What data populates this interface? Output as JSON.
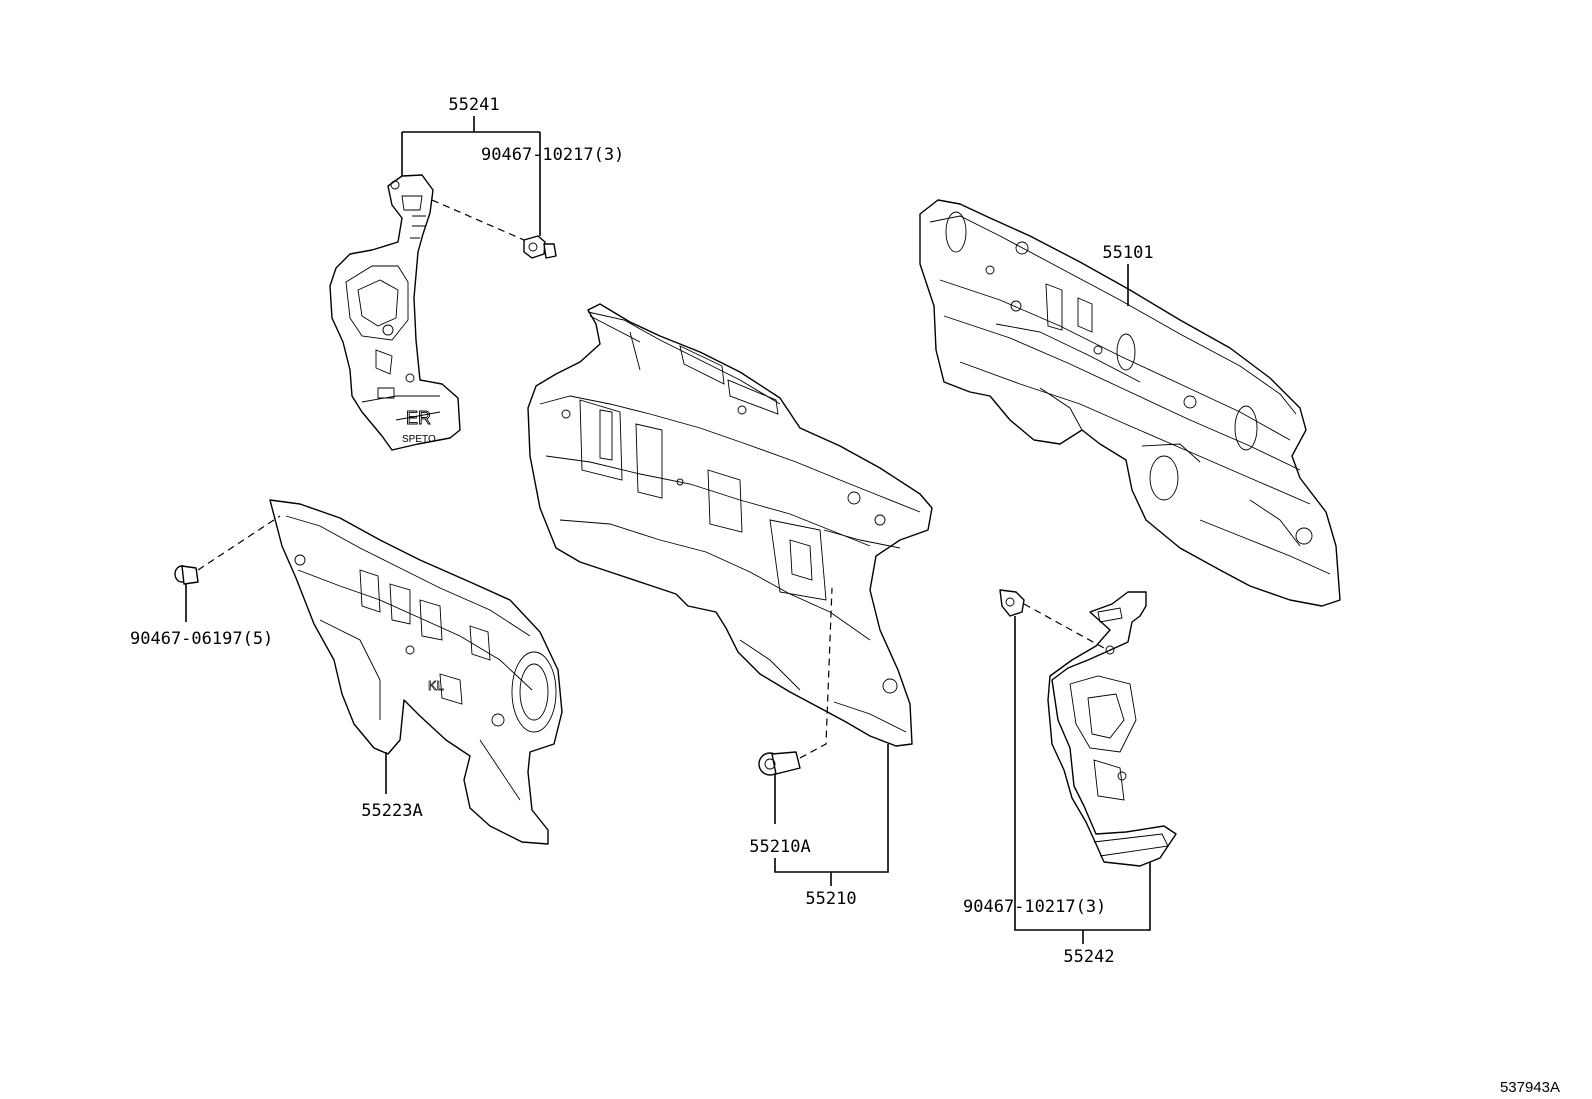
{
  "diagram": {
    "document_id": "537943A",
    "callouts": {
      "p55241": "55241",
      "c90467_10217_top": "90467-10217(3)",
      "p55101": "55101",
      "c90467_06197": "90467-06197(5)",
      "p55223A": "55223A",
      "p55210A": "55210A",
      "p55210": "55210",
      "c90467_10217_bottom": "90467-10217(3)",
      "p55242": "55242"
    },
    "panel_markings": {
      "bracket_left_text_1": "ER",
      "bracket_left_text_2": "SPETO",
      "insulator_text": "KL"
    }
  }
}
